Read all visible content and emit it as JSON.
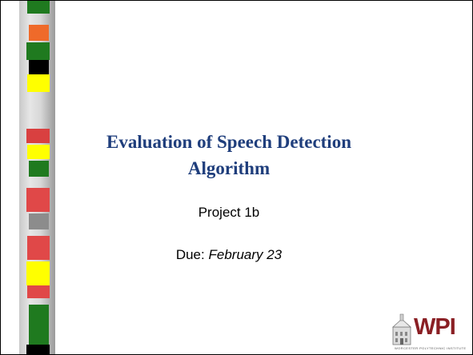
{
  "slide": {
    "title_line1": "Evaluation of Speech Detection",
    "title_line2": "Algorithm",
    "subtitle": "Project 1b",
    "due_label": "Due:",
    "due_date": "February 23"
  },
  "logo": {
    "text": "WPI",
    "tagline": "WORCESTER POLYTECHNIC INSTITUTE"
  },
  "colors": {
    "title": "#1f3e7c",
    "logo": "#8a1f24",
    "strip_blocks": [
      "#1f7a1f",
      "#ef6a2a",
      "#1f7a1f",
      "#000000",
      "#ffff00",
      "#d94040",
      "#ffff00",
      "#1f7a1f",
      "#e04848",
      "#8c8c8c",
      "#e04848",
      "#ffff00",
      "#e04848",
      "#1f7a1f",
      "#000000"
    ]
  }
}
